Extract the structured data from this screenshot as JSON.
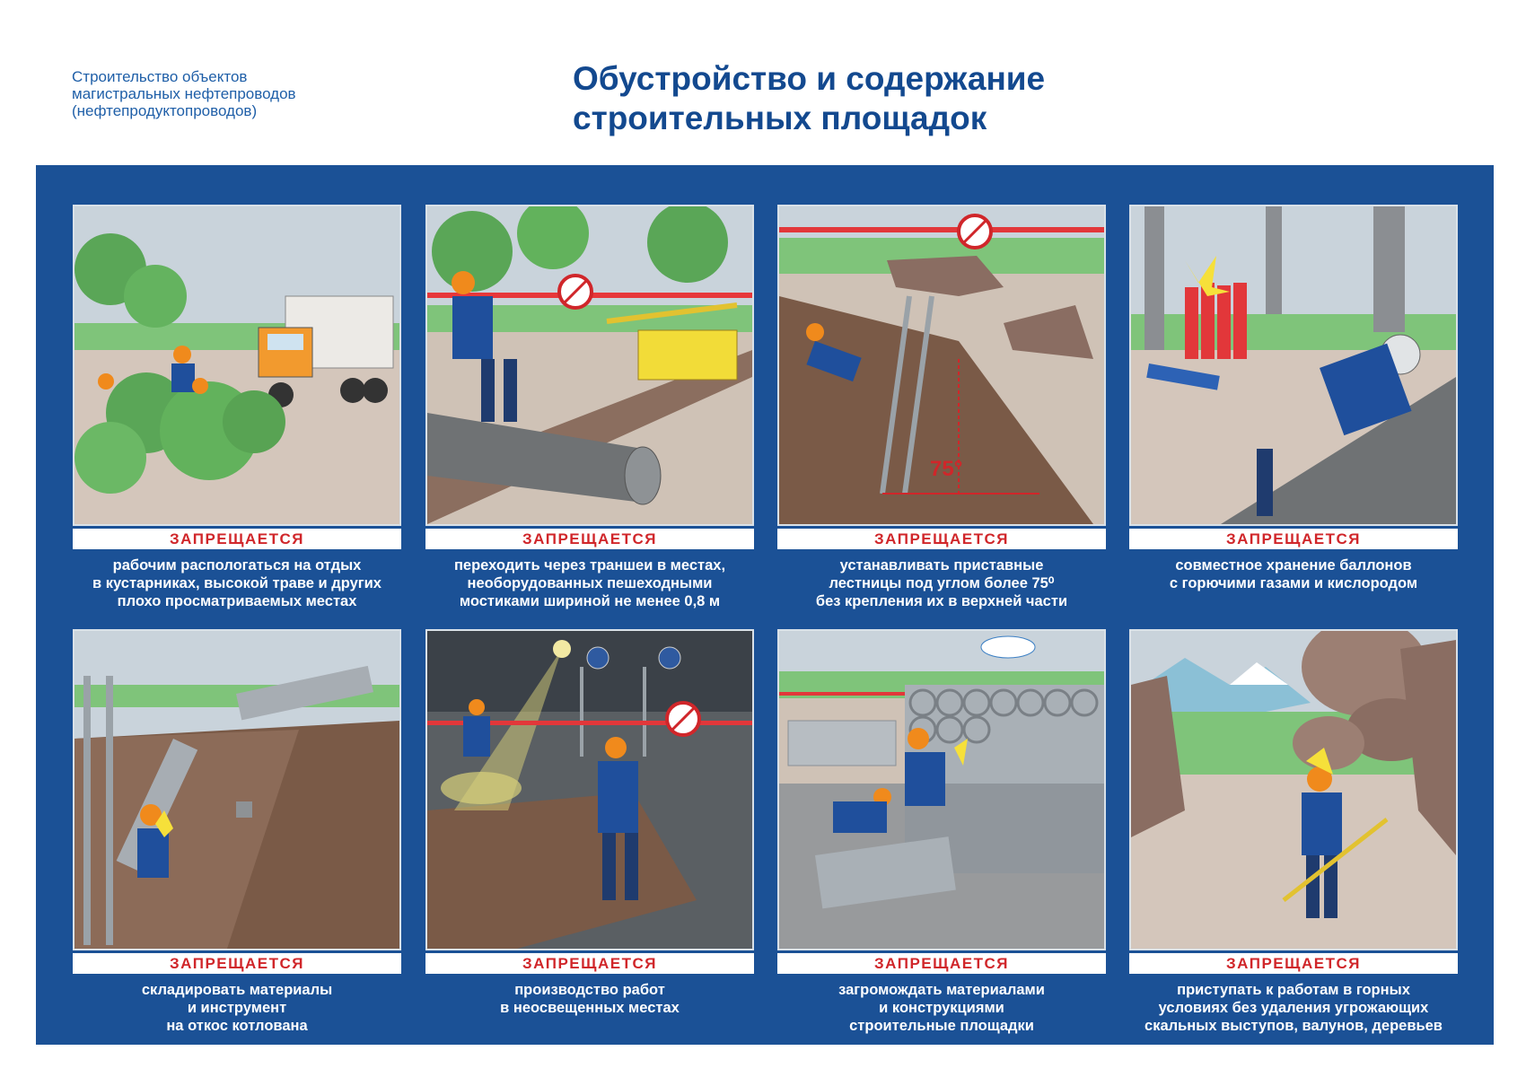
{
  "header": {
    "subtitle": "Строительство объектов\nмагистральных нефтепроводов\n(нефтепродуктопроводов)",
    "title": "Обустройство и содержание\nстроительных площадок"
  },
  "cards": [
    {
      "banner": "ЗАПРЕЩАЕТСЯ",
      "text": "рабочим распологаться на отдых\nв кустарниках, высокой траве и других\nплохо просматриваемых местах"
    },
    {
      "banner": "ЗАПРЕЩАЕТСЯ",
      "text": "переходить через траншеи в местах,\nнеоборудованных пешеходными\nмостиками шириной не менее 0,8 м"
    },
    {
      "banner": "ЗАПРЕЩАЕТСЯ",
      "text": "устанавливать приставные\nлестницы под углом более 75⁰\nбез крепления их в верхней части",
      "angle_label": "75°"
    },
    {
      "banner": "ЗАПРЕЩАЕТСЯ",
      "text": "совместное хранение баллонов\nс горючими газами и кислородом"
    },
    {
      "banner": "ЗАПРЕЩАЕТСЯ",
      "text": "складировать материалы\nи инструмент\nна откос котлована"
    },
    {
      "banner": "ЗАПРЕЩАЕТСЯ",
      "text": "производство работ\nв неосвещенных местах"
    },
    {
      "banner": "ЗАПРЕЩАЕТСЯ",
      "text": "загромождать материалами\nи конструкциями\nстроительные площадки"
    },
    {
      "banner": "ЗАПРЕЩАЕТСЯ",
      "text": "приступать к работам в горных\nусловиях без удаления угрожающих\nскальных выступов, валунов, деревьев"
    }
  ],
  "colors": {
    "board": "#1b5196",
    "banner_text": "#d0262a",
    "title": "#13498f",
    "worker": "#1f4f9c",
    "helmet": "#f08a1c"
  }
}
